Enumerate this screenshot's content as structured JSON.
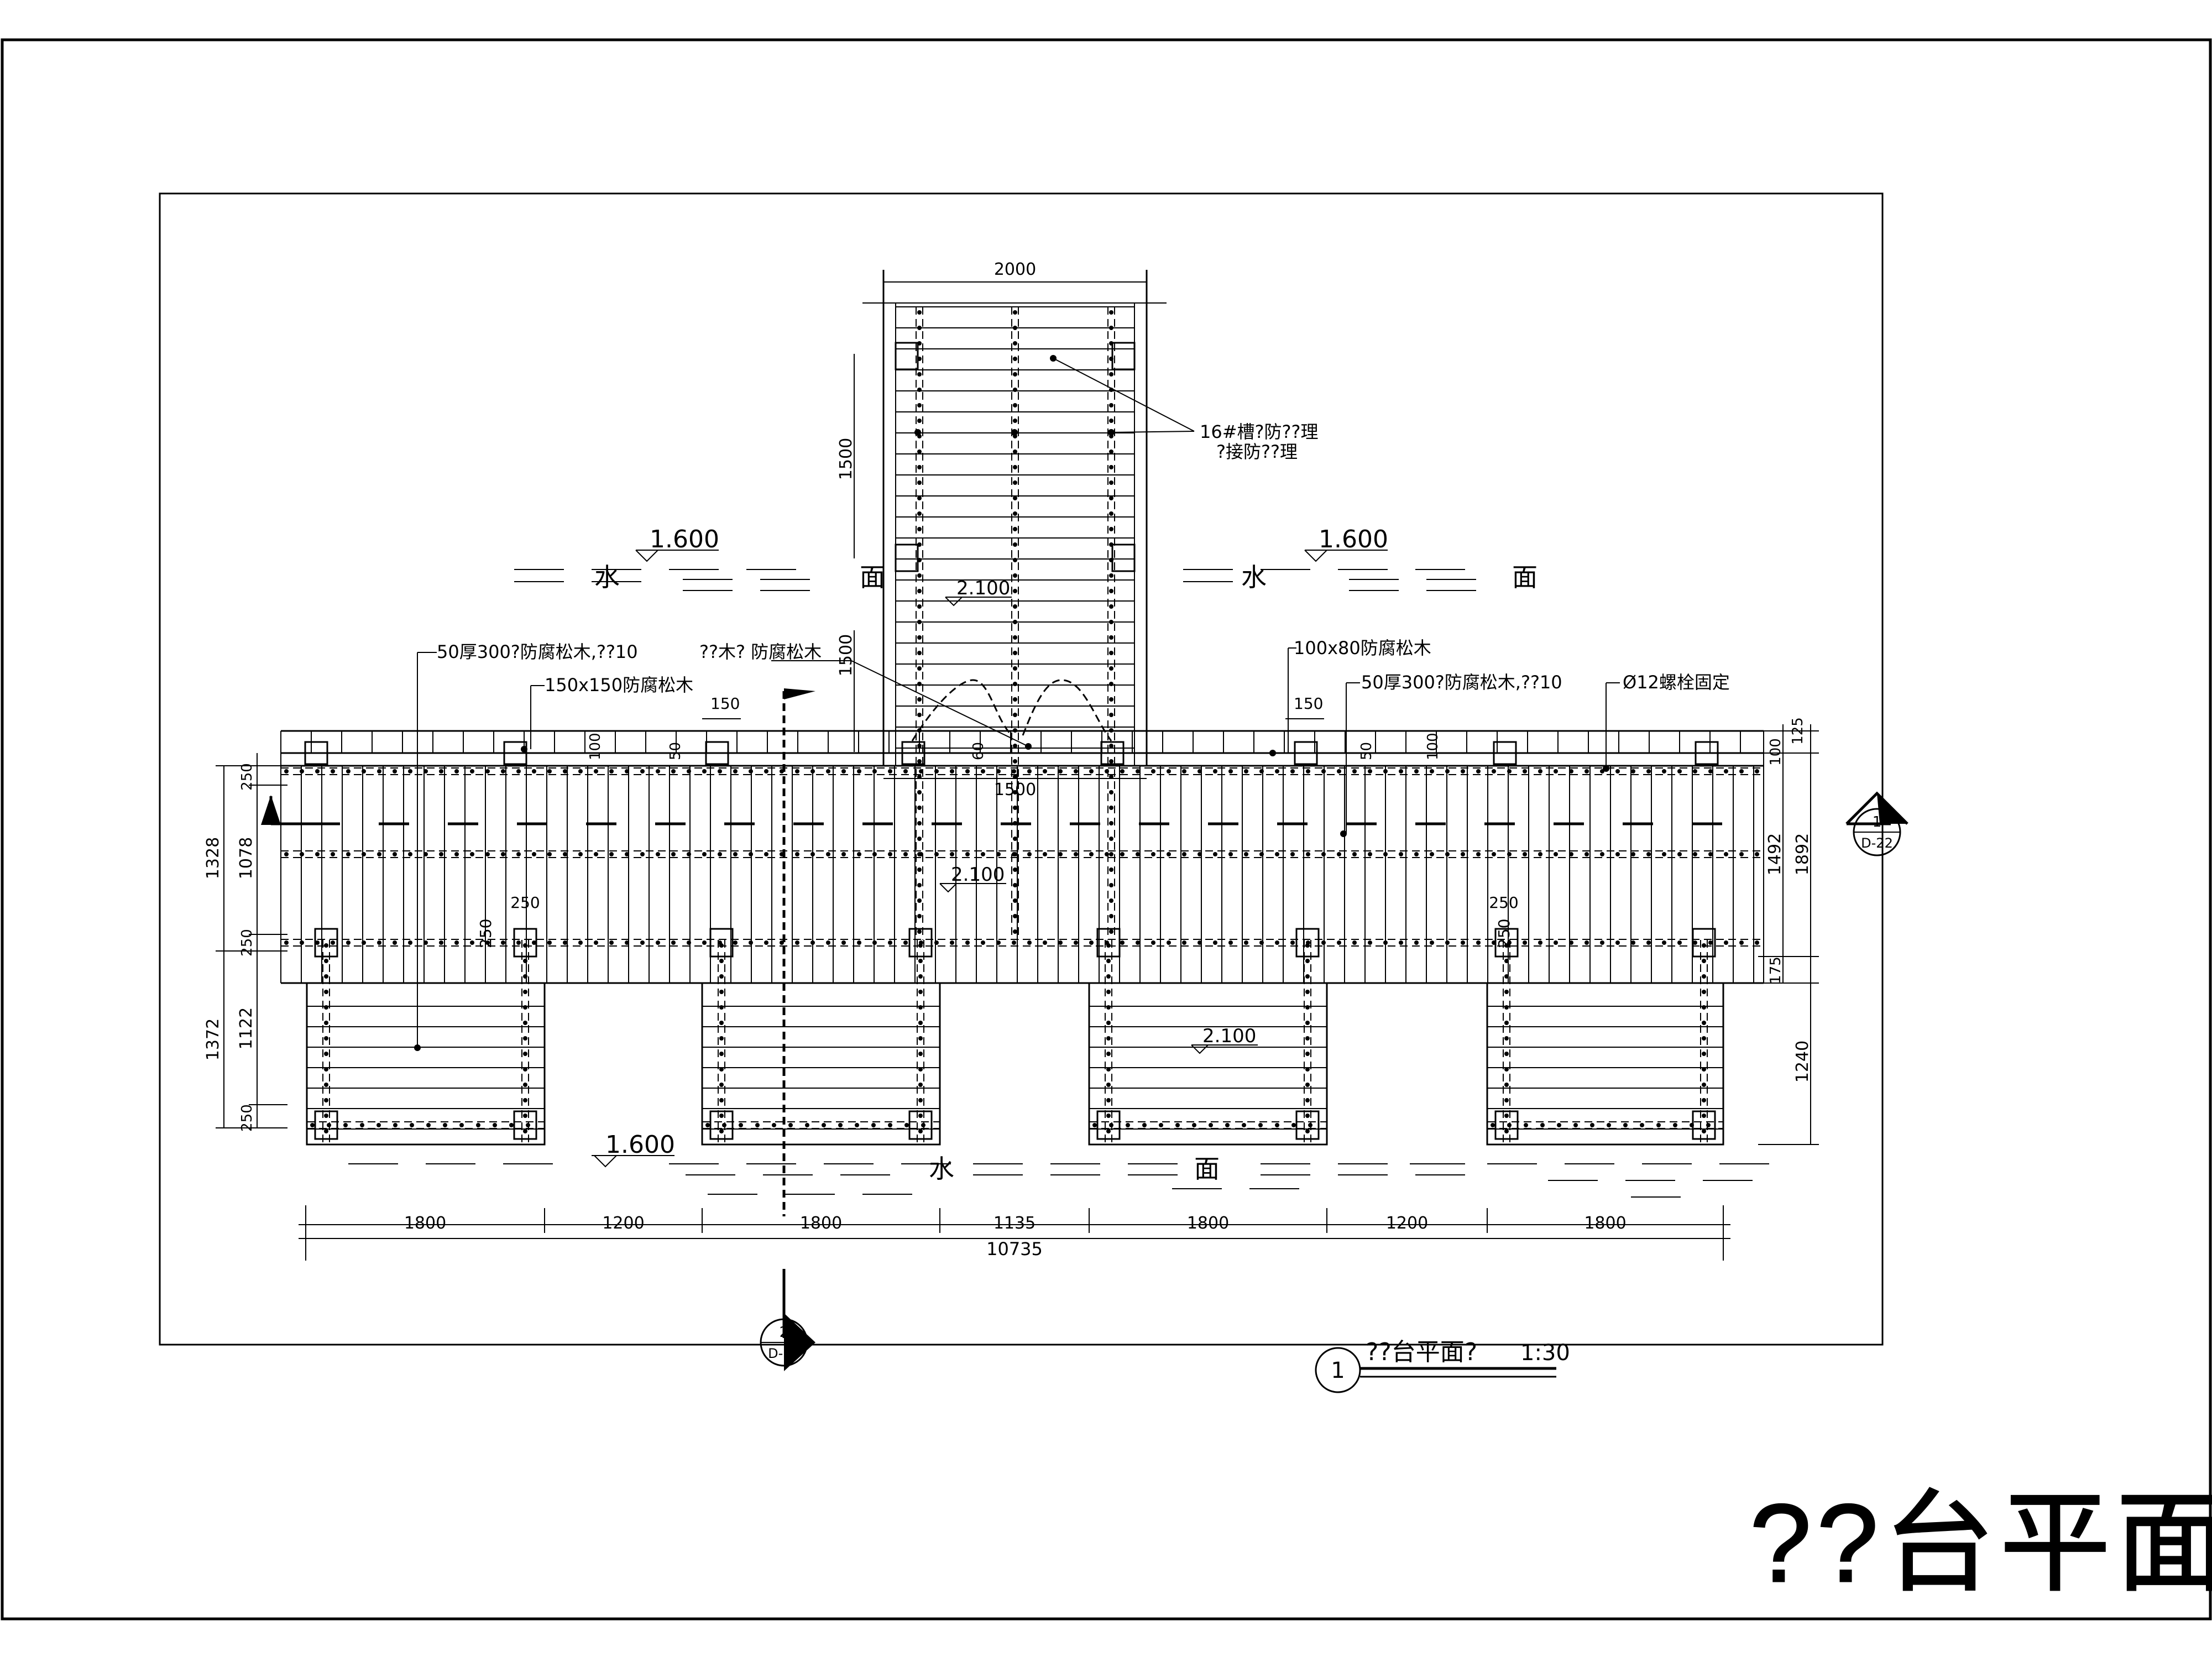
{
  "drawing": {
    "title_large": "??台平面?",
    "view_title": "??台平面?",
    "view_number": "1",
    "view_scale": "1:30"
  },
  "section_marks": [
    {
      "number": "1",
      "sheet": "D-22"
    },
    {
      "number": "2",
      "sheet": "D-22"
    }
  ],
  "water_labels": {
    "elevation_water": "1.600",
    "elevation_deck": "2.100",
    "water_char": "水",
    "surface_char": "面"
  },
  "annotations": {
    "channel_steel": "16#槽?防??理",
    "channel_steel_2": "?接防??理",
    "plank_50x300": "50厚300?防腐松木,??10",
    "post_150": "150x150防腐松木",
    "timber": "??木? 防腐松木",
    "beam_100x80": "100x80防腐松木",
    "bolt": "Ø12螺栓固定"
  },
  "dimensions": {
    "top_width": "2000",
    "top_depth": "1500",
    "pier_width": "1500",
    "d150": "150",
    "d100": "100",
    "d50": "50",
    "d60": "60",
    "d250": "250",
    "d1328": "1328",
    "d1078": "1078",
    "d1372": "1372",
    "d1122": "1122",
    "d125": "125",
    "d1492": "1492",
    "d1892": "1892",
    "d175": "175",
    "d1240": "1240",
    "bottom": [
      "1800",
      "1200",
      "1800",
      "1135",
      "1800",
      "1200",
      "1800"
    ],
    "total": "10735"
  }
}
